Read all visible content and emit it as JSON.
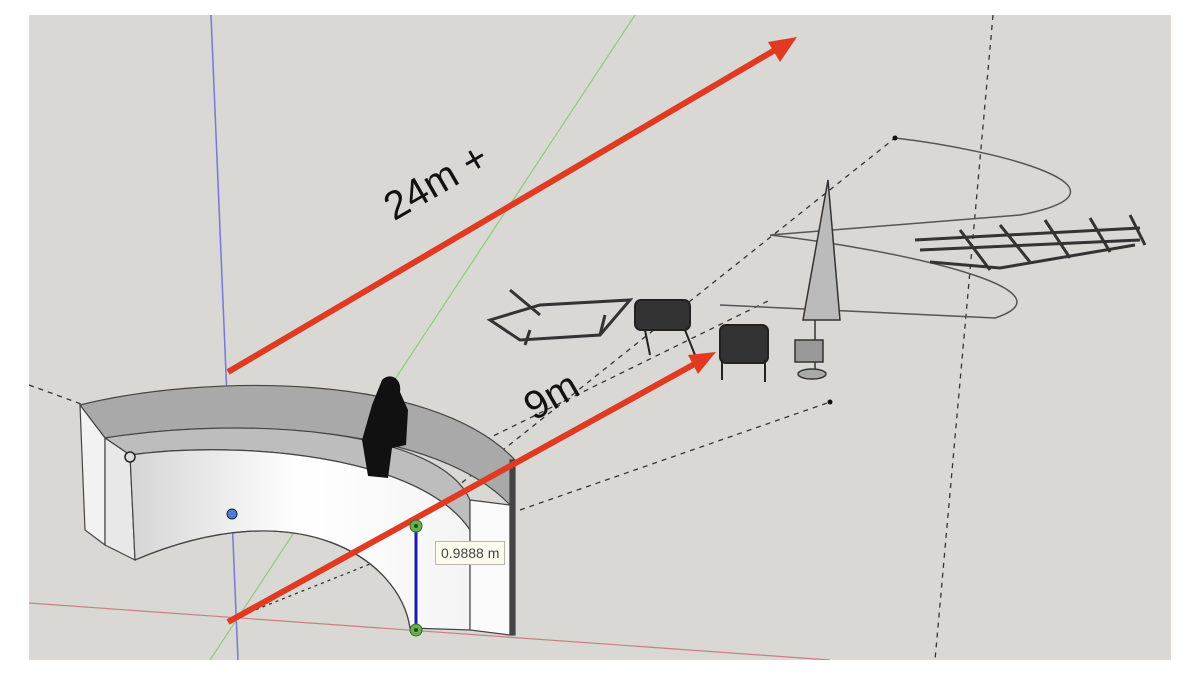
{
  "annotations": {
    "long_arrow_label": "24m +",
    "short_arrow_label": "9m"
  },
  "measurement": {
    "tooltip": "0.9888 m"
  },
  "colors": {
    "background": "#d9d8d5",
    "arrow": "#e03a22",
    "blue_axis": "#5b5bd6",
    "green_axis": "#7cc46c",
    "red_axis": "#c07070"
  }
}
